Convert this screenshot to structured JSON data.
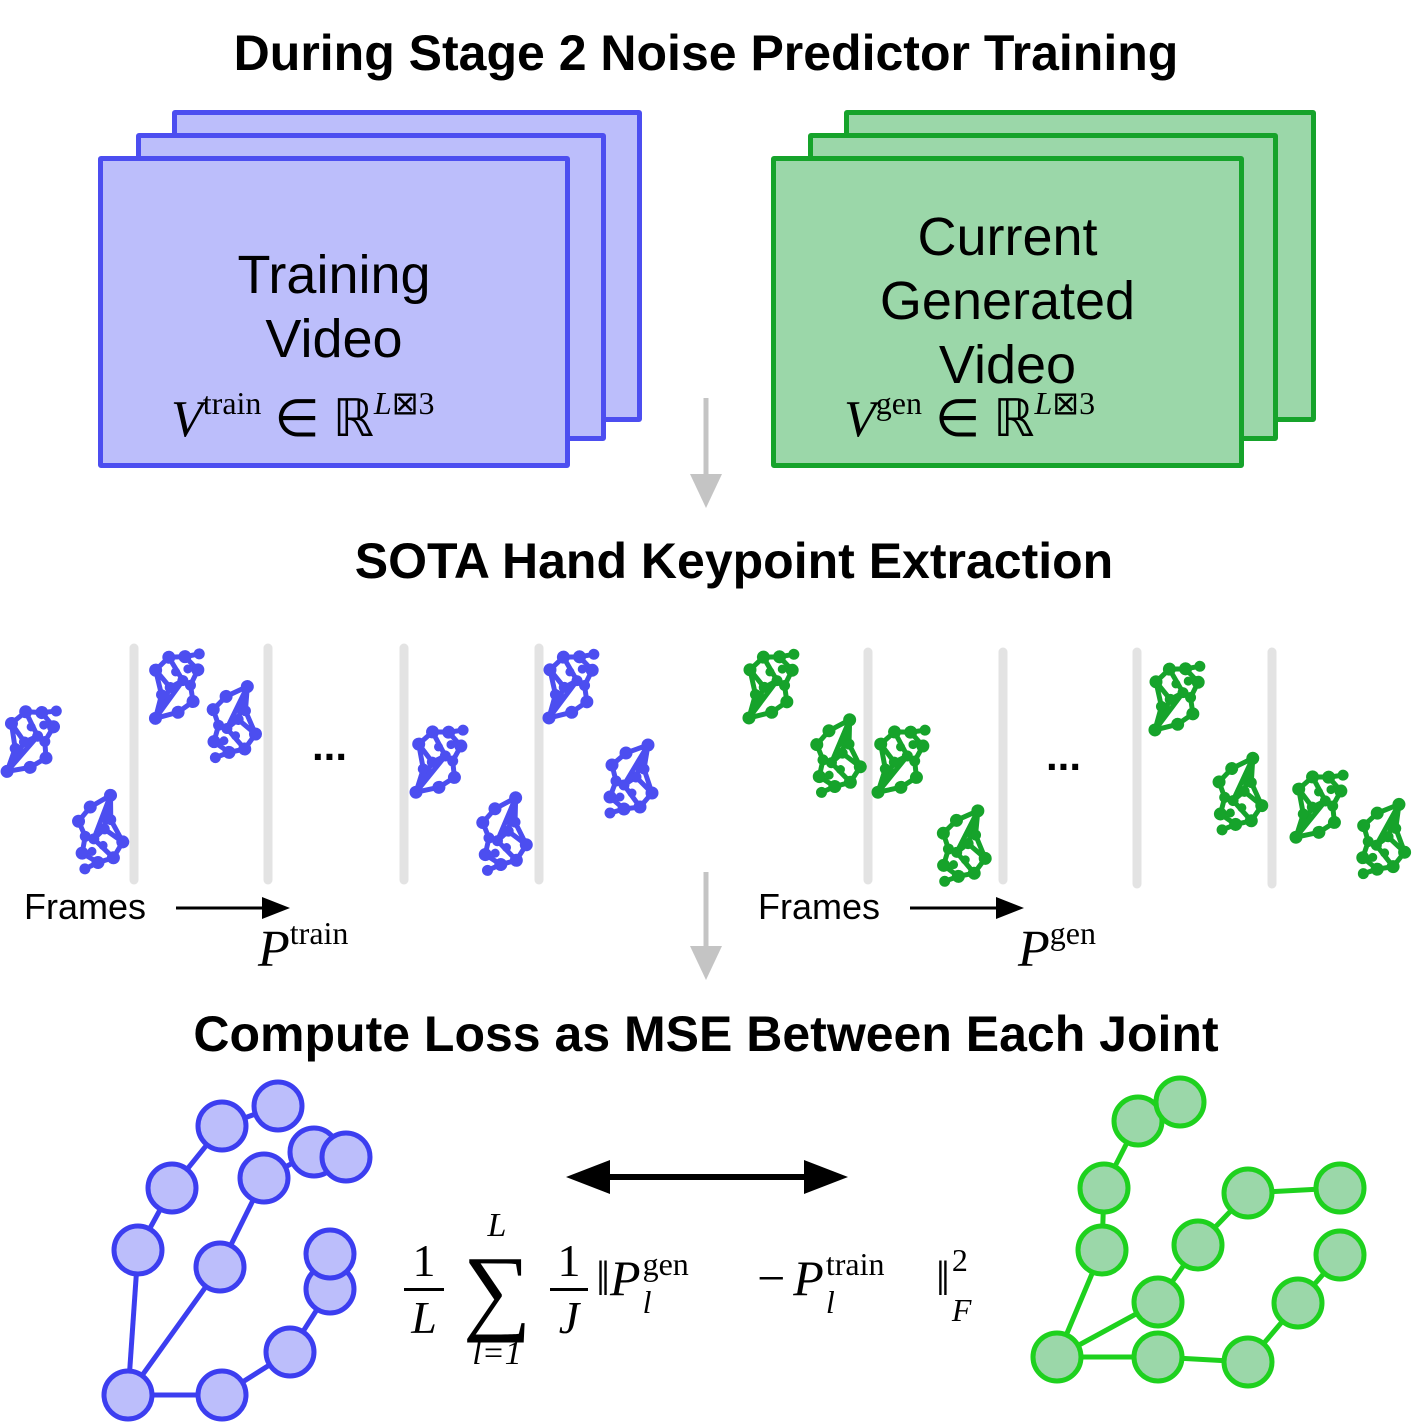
{
  "colors": {
    "blue": "#4c4ef0",
    "blue_fill": "#bcbefb",
    "green": "#16a32b",
    "green_fill": "#9bd7a9",
    "bright_green": "#1ed11e",
    "arrow_gray": "#c4c4c4"
  },
  "headings": {
    "stage": "During Stage 2 Noise Predictor Training",
    "extraction": "SOTA Hand Keypoint Extraction",
    "loss": "Compute Loss as MSE Between Each Joint"
  },
  "train_card": {
    "line1": "Training",
    "line2": "Video",
    "var": "V",
    "sup": "train",
    "in": "∈",
    "field": "ℝ",
    "dim_exp": "L",
    "dim_box": "⊠",
    "dim_num": "3"
  },
  "gen_card": {
    "line1": "Current",
    "line2": "Generated",
    "line3": "Video",
    "var": "V",
    "sup": "gen",
    "in": "∈",
    "field": "ℝ",
    "dim_exp": "L",
    "dim_box": "⊠",
    "dim_num": "3"
  },
  "keypoints": {
    "ellipsis_left": "...",
    "ellipsis_right": "...",
    "frames_left": "Frames",
    "frames_right": "Frames",
    "p_train_var": "P",
    "p_train_sup": "train",
    "p_gen_var": "P",
    "p_gen_sup": "gen"
  },
  "formula": {
    "one_a": "1",
    "L": "L",
    "sum_top": "L",
    "sigma": "∑",
    "sum_bottom": "l=1",
    "one_b": "1",
    "J": "J",
    "norm_open": "‖",
    "P1": "P",
    "P1_sup": "gen",
    "P1_sub": "l",
    "minus": "−",
    "P2": "P",
    "P2_sup": "train",
    "P2_sub": "l",
    "norm_close": "‖",
    "pow": "2",
    "F": "F"
  },
  "icons": [
    "double-arrow-icon",
    "down-arrow-icon",
    "right-arrow-icon"
  ]
}
